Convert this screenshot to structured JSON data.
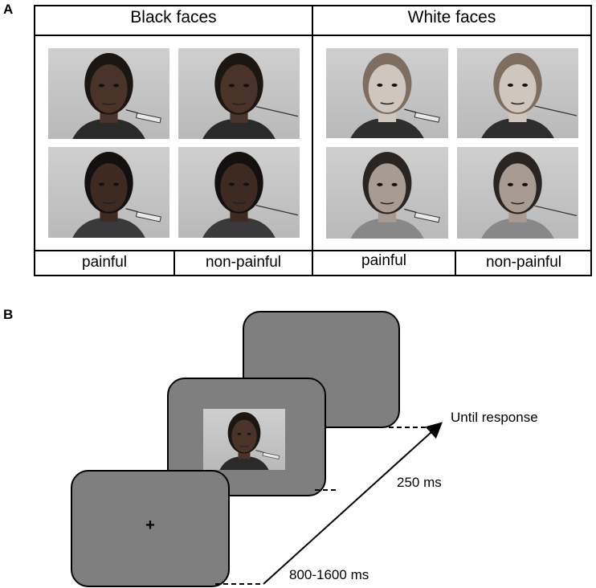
{
  "panel_a": {
    "label": "A",
    "groups": [
      {
        "header": "Black faces",
        "conditions": [
          "painful",
          "non-painful"
        ],
        "photos": [
          {
            "name": "black-female-painful",
            "skin": "#4a3328",
            "hair": "#1c1612",
            "shirt": "#2a2a2a",
            "stimulus": "needle"
          },
          {
            "name": "black-female-nonpainful",
            "skin": "#4a3328",
            "hair": "#1c1612",
            "shirt": "#2a2a2a",
            "stimulus": "qtip"
          },
          {
            "name": "black-male-painful",
            "skin": "#3e2a20",
            "hair": "#141010",
            "shirt": "#3a3a3a",
            "stimulus": "needle"
          },
          {
            "name": "black-male-nonpainful",
            "skin": "#3e2a20",
            "hair": "#141010",
            "shirt": "#3a3a3a",
            "stimulus": "qtip"
          }
        ]
      },
      {
        "header": "White faces",
        "conditions": [
          "painful",
          "non-painful"
        ],
        "photos": [
          {
            "name": "white-female-painful",
            "skin": "#cfc6bd",
            "hair": "#7d6e60",
            "shirt": "#2e2e2e",
            "stimulus": "needle"
          },
          {
            "name": "white-female-nonpainful",
            "skin": "#cfc6bd",
            "hair": "#7d6e60",
            "shirt": "#2e2e2e",
            "stimulus": "qtip"
          },
          {
            "name": "white-male-painful",
            "skin": "#a89c92",
            "hair": "#2a2522",
            "shirt": "#888888",
            "stimulus": "needle"
          },
          {
            "name": "white-male-nonpainful",
            "skin": "#a89c92",
            "hair": "#2a2522",
            "shirt": "#888888",
            "stimulus": "qtip"
          }
        ]
      }
    ]
  },
  "panel_b": {
    "label": "B",
    "fixation": "+",
    "timings": {
      "fixation": "800-1600 ms",
      "face": "250 ms",
      "response": "Until response"
    },
    "screen_color": "#7f7f7f"
  }
}
